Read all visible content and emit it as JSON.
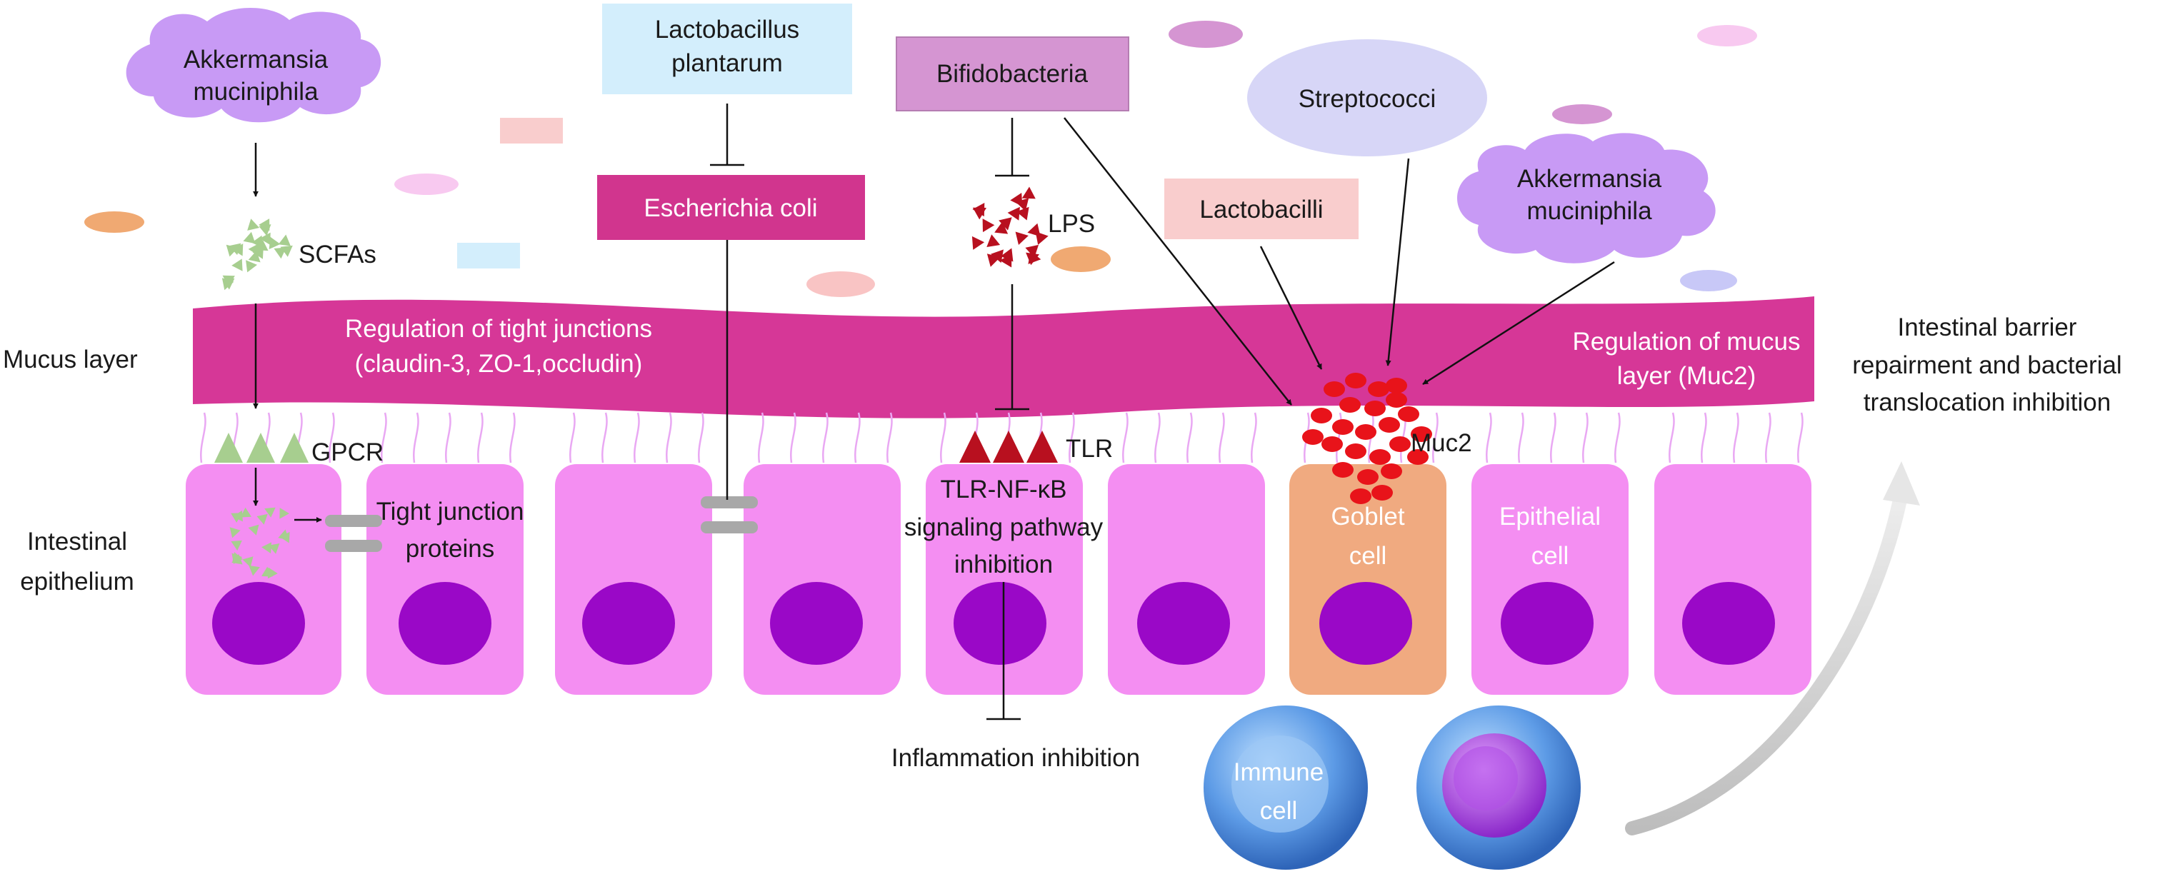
{
  "labels": {
    "akkermansia_left_l1": "Akkermansia",
    "akkermansia_left_l2": "muciniphila",
    "scfas": "SCFAs",
    "lactobacillus_plantarum_l1": "Lactobacillus",
    "lactobacillus_plantarum_l2": "plantarum",
    "escherichia_coli": "Escherichia coli",
    "bifidobacteria": "Bifidobacteria",
    "lps": "LPS",
    "streptococci": "Streptococci",
    "lactobacilli": "Lactobacilli",
    "akkermansia_right_l1": "Akkermansia",
    "akkermansia_right_l2": "muciniphila",
    "mucus_layer": "Mucus layer",
    "tight_junction_reg_l1": "Regulation of tight junctions",
    "tight_junction_reg_l2": "(claudin-3, ZO-1,occludin)",
    "mucus_reg_l1": "Regulation of mucus",
    "mucus_reg_l2": "layer (Muc2)",
    "barrier_l1": "Intestinal barrier",
    "barrier_l2": "repairment and bacterial",
    "barrier_l3": "translocation inhibition",
    "gpcr": "GPCR",
    "tight_junction_proteins_l1": "Tight junction",
    "tight_junction_proteins_l2": "proteins",
    "intestinal_epithelium_l1": "Intestinal",
    "intestinal_epithelium_l2": "epithelium",
    "tlr": "TLR",
    "tlr_pathway_l1": "TLR-NF-κB",
    "tlr_pathway_l2": "signaling pathway",
    "tlr_pathway_l3": "inhibition",
    "muc2": "Muc2",
    "goblet_l1": "Goblet",
    "goblet_l2": "cell",
    "epithelial_l1": "Epithelial",
    "epithelial_l2": "cell",
    "inflammation": "Inflammation inhibition",
    "immune_l1": "Immune",
    "immune_l2": "cell"
  },
  "colors": {
    "cloud_purple": "#c89af5",
    "mucus_magenta": "#d63797",
    "cell_pink": "#f48ef2",
    "nucleus_purple": "#9a08c7",
    "goblet_orange": "#f0aa80",
    "lacto_plantarum_blue": "#d3eefc",
    "ecoli_magenta": "#d1358e",
    "bifido_mauve": "#d595d2",
    "strep_lavender": "#d7d6f7",
    "lactobacilli_pink": "#f9cdcd",
    "scfa_green": "#a7ce8f",
    "lps_red": "#b8101f",
    "muc2_red": "#e8131a",
    "junction_gray": "#a8a8a8"
  }
}
